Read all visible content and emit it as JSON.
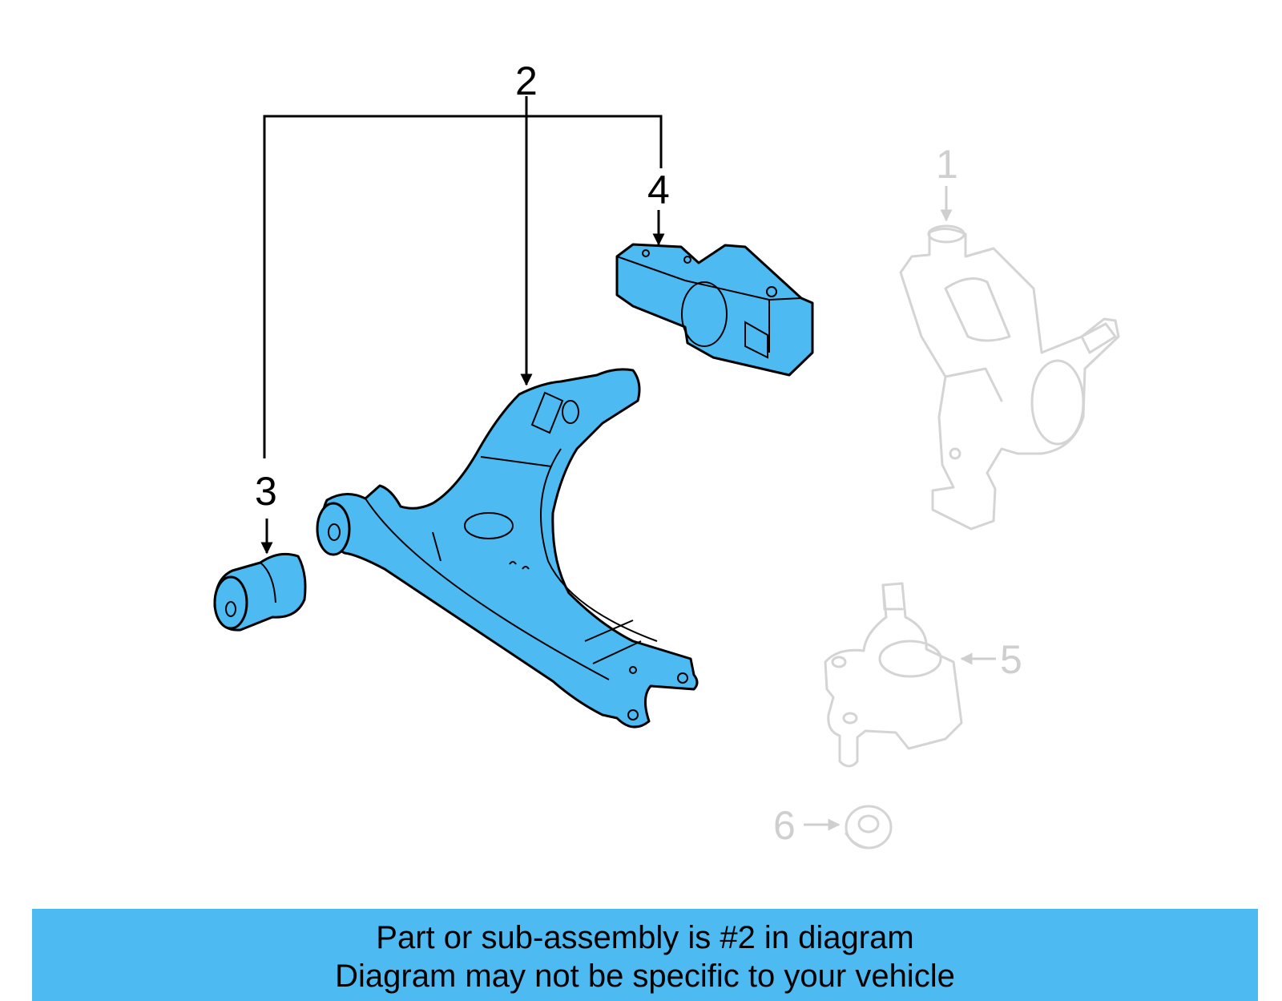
{
  "callouts": {
    "c1": "1",
    "c2": "2",
    "c3": "3",
    "c4": "4",
    "c5": "5",
    "c6": "6"
  },
  "colors": {
    "highlight": "#4dbaf2",
    "muted": "#d4d4d4",
    "outline": "#000000"
  },
  "banner": {
    "line1": "Part or sub-assembly is #2 in diagram",
    "line2": "Diagram may not be specific to your vehicle"
  }
}
